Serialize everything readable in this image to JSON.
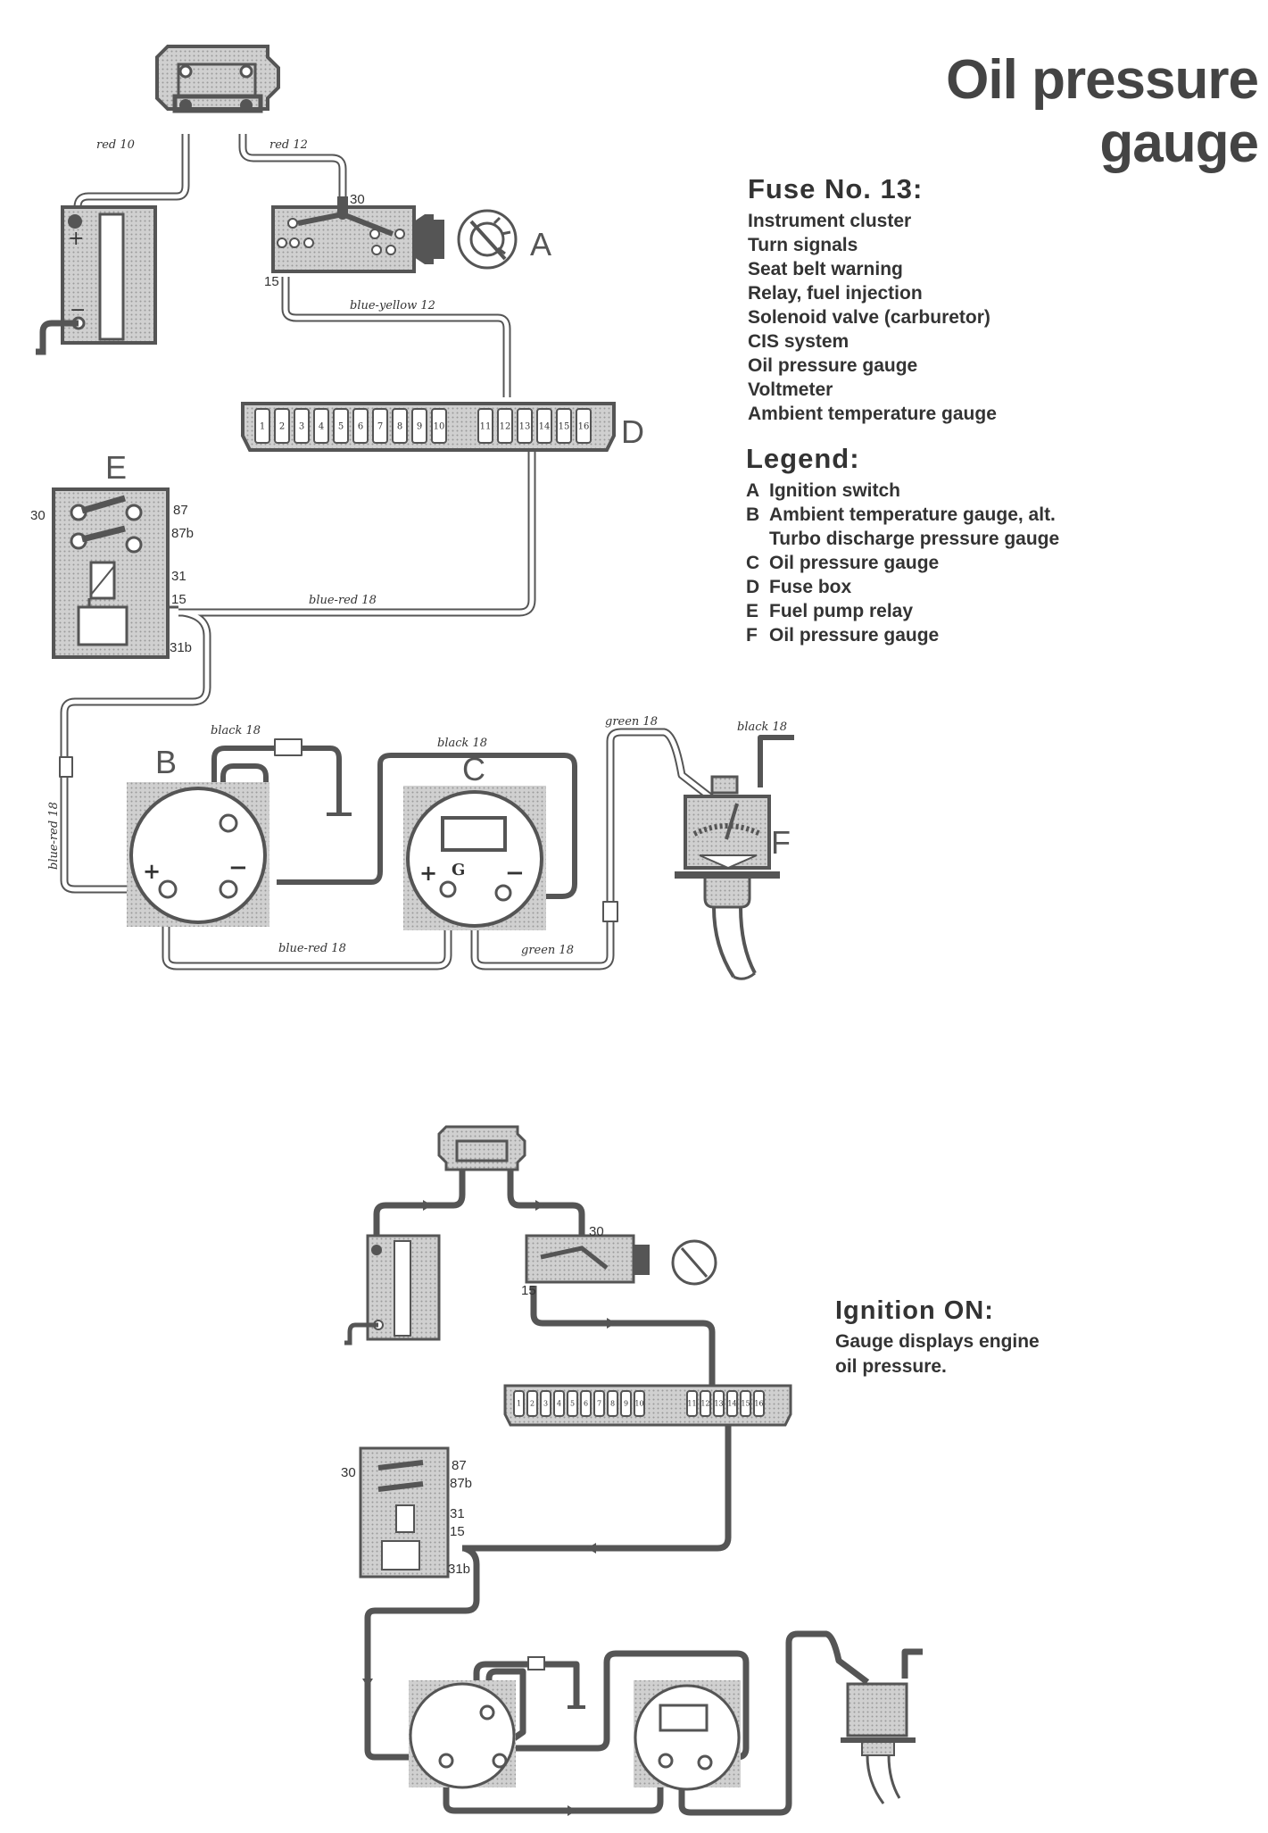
{
  "title": "Oil pressure gauge",
  "fuse": {
    "heading": "Fuse No. 13:",
    "items": [
      "Instrument cluster",
      "Turn signals",
      "Seat belt warning",
      "Relay, fuel injection",
      "Solenoid valve (carburetor)",
      "CIS system",
      "Oil pressure gauge",
      "Voltmeter",
      "Ambient temperature gauge"
    ]
  },
  "legend": {
    "heading": "Legend:",
    "items": [
      {
        "key": "A",
        "text": "Ignition switch"
      },
      {
        "key": "B",
        "text": "Ambient temperature gauge, alt. Turbo discharge pressure gauge"
      },
      {
        "key": "C",
        "text": "Oil pressure gauge"
      },
      {
        "key": "D",
        "text": "Fuse box"
      },
      {
        "key": "E",
        "text": "Fuel pump relay"
      },
      {
        "key": "F",
        "text": "Oil pressure gauge"
      }
    ]
  },
  "ignition_note": {
    "heading": "Ignition ON:",
    "text": "Gauge displays engine oil pressure."
  },
  "diagram": {
    "component_letters": {
      "A": "A",
      "B": "B",
      "C": "C",
      "D": "D",
      "E": "E",
      "F": "F"
    },
    "wire_labels": {
      "red10": "red 10",
      "red12": "red 12",
      "blue_yellow12": "blue-yellow 12",
      "blue_red18_top": "blue-red 18",
      "blue_red18_left": "blue-red 18",
      "blue_red18_bottom": "blue-red 18",
      "black18_b": "black 18",
      "black18_c": "black 18",
      "green18_top": "green 18",
      "black18_f": "black 18",
      "green18_bottom": "green 18"
    },
    "terminals": {
      "t30": "30",
      "t15": "15",
      "t87": "87",
      "t87b": "87b",
      "t31": "31",
      "t31b": "31b",
      "plus": "+",
      "minus": "−",
      "g": "G"
    },
    "fuse_numbers_left": [
      "1",
      "2",
      "3",
      "4",
      "5",
      "6",
      "7",
      "8",
      "9",
      "10"
    ],
    "fuse_numbers_right": [
      "11",
      "12",
      "13",
      "14",
      "15",
      "16"
    ]
  },
  "colors": {
    "line": "#555555",
    "wire_fill": "#ffffff",
    "shade": "#c9c9c9",
    "text": "#333333"
  }
}
